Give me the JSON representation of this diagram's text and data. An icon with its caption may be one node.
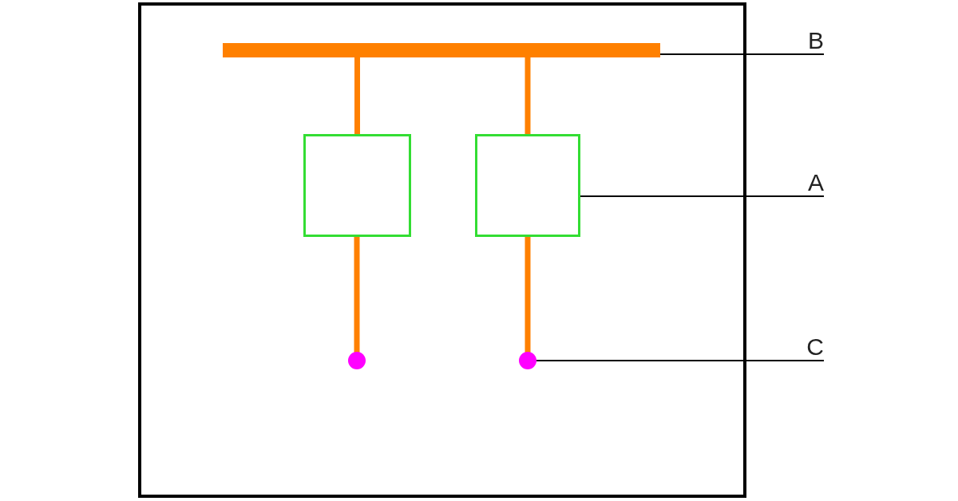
{
  "diagram": {
    "nodes": [
      {
        "text": [],
        "shape": "box"
      },
      {
        "text": [],
        "shape": "bar",
        "in": 0
      },
      {
        "text": [],
        "shape": "box",
        "in": 0
      },
      {
        "text": [],
        "shape": "box",
        "in": 0
      },
      {
        "text": [],
        "shape": "circle",
        "in": 0
      },
      {
        "text": [],
        "shape": "circle",
        "in": 0
      },
      {
        "text": [
          "B"
        ]
      },
      {
        "text": [
          "A"
        ]
      },
      {
        "text": [
          "C"
        ]
      }
    ],
    "edges": [
      {
        "from": 1,
        "to": 2,
        "arrow": "none"
      },
      {
        "from": 1,
        "to": 3,
        "arrow": "none"
      },
      {
        "from": 2,
        "to": 4,
        "arrow": "none"
      },
      {
        "from": 3,
        "to": 5,
        "arrow": "none"
      },
      {
        "from": 6,
        "to": 1,
        "arrow": "none",
        "color": "#000000"
      },
      {
        "from": 7,
        "to": 3,
        "arrow": "none",
        "color": "#000000"
      },
      {
        "from": 8,
        "to": 5,
        "arrow": "none",
        "color": "#000000"
      }
    ]
  }
}
